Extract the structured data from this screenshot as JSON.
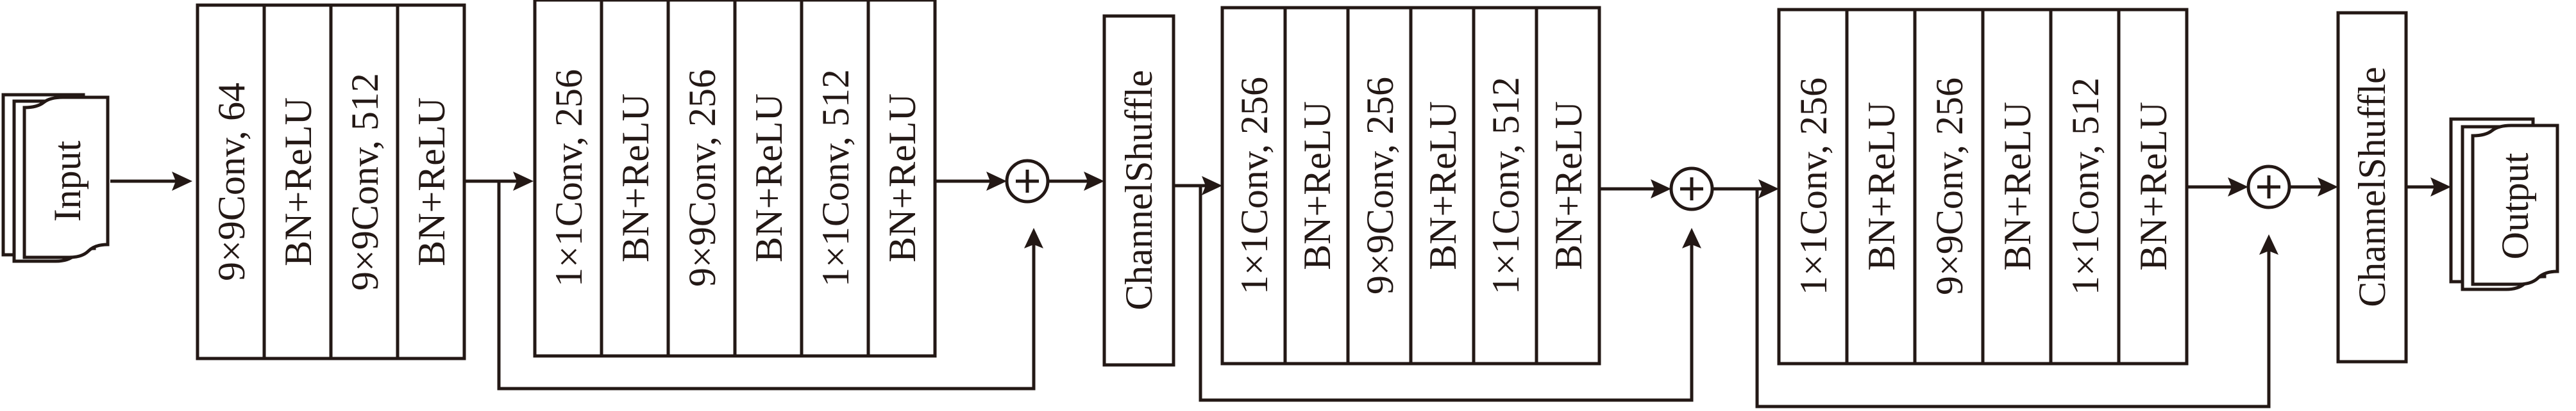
{
  "input": {
    "label": "Input"
  },
  "output": {
    "label": "Output"
  },
  "block1": {
    "layers": [
      "9×9Conv, 64",
      "BN+ReLU",
      "9×9Conv, 512",
      "BN+ReLU"
    ]
  },
  "block2": {
    "layers": [
      "1×1Conv, 256",
      "BN+ReLU",
      "9×9Conv, 256",
      "BN+ReLU",
      "1×1Conv, 512",
      "BN+ReLU"
    ]
  },
  "shuffle1": {
    "label": "ChannelShuffle"
  },
  "block3": {
    "layers": [
      "1×1Conv, 256",
      "BN+ReLU",
      "9×9Conv, 256",
      "BN+ReLU",
      "1×1Conv, 512",
      "BN+ReLU"
    ]
  },
  "block4": {
    "layers": [
      "1×1Conv, 256",
      "BN+ReLU",
      "9×9Conv, 256",
      "BN+ReLU",
      "1×1Conv, 512",
      "BN+ReLU"
    ]
  },
  "shuffle2": {
    "label": "ChannelShuffle"
  },
  "adders": {
    "symbol": "+"
  },
  "colors": {
    "stroke": "#231815",
    "fill": "#ffffff"
  }
}
